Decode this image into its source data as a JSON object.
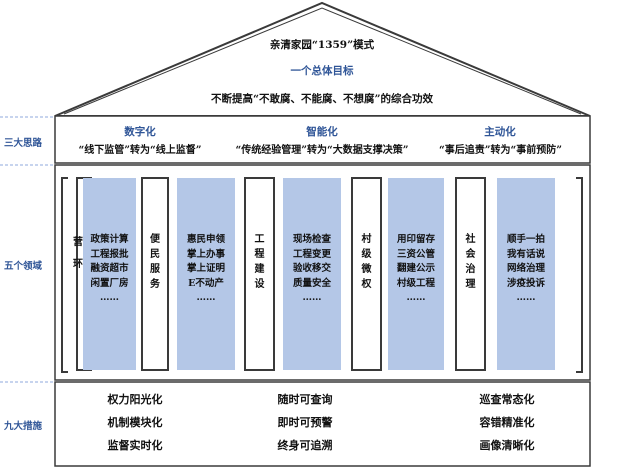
{
  "roof": {
    "title": "亲清家园“1359”模式",
    "goal_label": "一个总体目标",
    "goal_text": "不断提高“不敢腐、不能腐、不想腐”的综合功效"
  },
  "side_labels": {
    "ideas": "三大思路",
    "fields": "五个领域",
    "measures": "九大措施"
  },
  "ideas": [
    {
      "title": "数字化",
      "text": "“线下监管”转为“线上监督”"
    },
    {
      "title": "智能化",
      "text": "“传统经验管理”转为“大数据支撑决策”"
    },
    {
      "title": "主动化",
      "text": "“事后追责”转为“事前预防”"
    }
  ],
  "fields": [
    {
      "name": "营商环境",
      "detail": [
        "政策计算",
        "工程报批",
        "融资超市",
        "闲置厂房",
        "……"
      ]
    },
    {
      "name": "便民服务",
      "detail": [
        "惠民申领",
        "掌上办事",
        "掌上证明",
        "E不动产",
        "……"
      ]
    },
    {
      "name": "工程建设",
      "detail": [
        "现场检查",
        "工程变更",
        "验收移交",
        "质量安全",
        "……"
      ]
    },
    {
      "name": "村级微权",
      "detail": [
        "用印留存",
        "三资公管",
        "翻建公示",
        "村级工程",
        "……"
      ]
    },
    {
      "name": "社会治理",
      "detail": [
        "顺手一拍",
        "我有话说",
        "网络治理",
        "涉疫投诉",
        "……"
      ]
    }
  ],
  "measures": [
    [
      "权力阳光化",
      "机制模块化",
      "监督实时化"
    ],
    [
      "随时可查询",
      "即时可预警",
      "终身可追溯"
    ],
    [
      "巡查常态化",
      "容错精准化",
      "画像清晰化"
    ]
  ],
  "colors": {
    "accent": "#2F5597",
    "pillar_fill": "#B4C7E7",
    "frame": "#3a3a3a",
    "dashed": "#8FAADC"
  }
}
